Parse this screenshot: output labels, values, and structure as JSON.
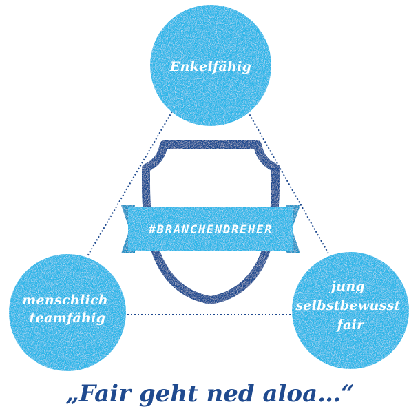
{
  "colors": {
    "circle_fill": "#29b5e8",
    "shield_blue": "#1f4a8f",
    "banner_fill": "#29b5e8",
    "connector": "#1f4a8f",
    "label_text": "#ffffff"
  },
  "circles": {
    "top": {
      "lines": [
        "Enkelfähig"
      ]
    },
    "left": {
      "lines": [
        "menschlich",
        "teamfähig"
      ]
    },
    "right": {
      "lines": [
        "jung",
        "selbstbewusst",
        "fair"
      ]
    }
  },
  "banner": {
    "text": "#BRANCHENDREHER"
  },
  "slogan": {
    "text": "„Fair geht ned aloa…“"
  }
}
